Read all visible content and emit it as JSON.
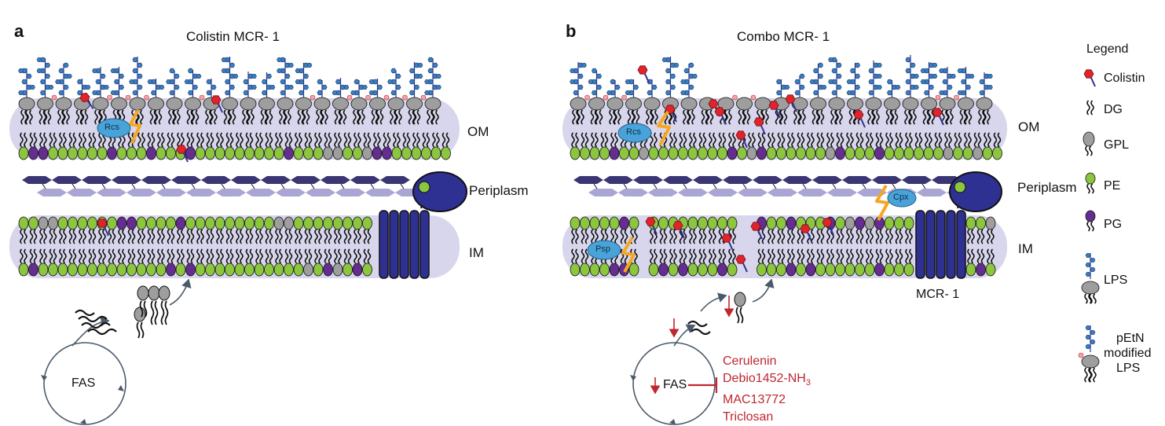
{
  "panel_a": {
    "letter": "a",
    "title": "Colistin MCR- 1",
    "regions": {
      "om": "OM",
      "periplasm": "Periplasm",
      "im": "IM"
    },
    "stress": "Rcs",
    "cycle": "FAS"
  },
  "panel_b": {
    "letter": "b",
    "title": "Combo MCR- 1",
    "regions": {
      "om": "OM",
      "periplasm": "Periplasm",
      "im": "IM"
    },
    "stress_om": "Rcs",
    "stress_peri": "Cpx",
    "stress_im": "Psp",
    "enzyme_label": "MCR- 1",
    "cycle": "FAS",
    "inhibitors": [
      "Cerulenin",
      "Debio1452-NH",
      "MAC13772",
      "Triclosan"
    ],
    "inhibitor_subscript": "3"
  },
  "legend": {
    "title": "Legend",
    "items": [
      "Colistin",
      "DG",
      "GPL",
      "PE",
      "PG",
      "LPS"
    ],
    "pEtN_lines": [
      "pEtN",
      "modified",
      "LPS"
    ]
  },
  "colors": {
    "membrane": "#d8d6ec",
    "pe": "#8cc63f",
    "pg": "#662d91",
    "gpl": "#9e9e9e",
    "lps_sugar": "#3b7ec1",
    "colistin": "#e0242b",
    "enzyme": "#2e3192",
    "stress_bolt": "#f5a623",
    "stress_bubble": "#4aa3d8",
    "inhibitor": "#c0262f"
  }
}
